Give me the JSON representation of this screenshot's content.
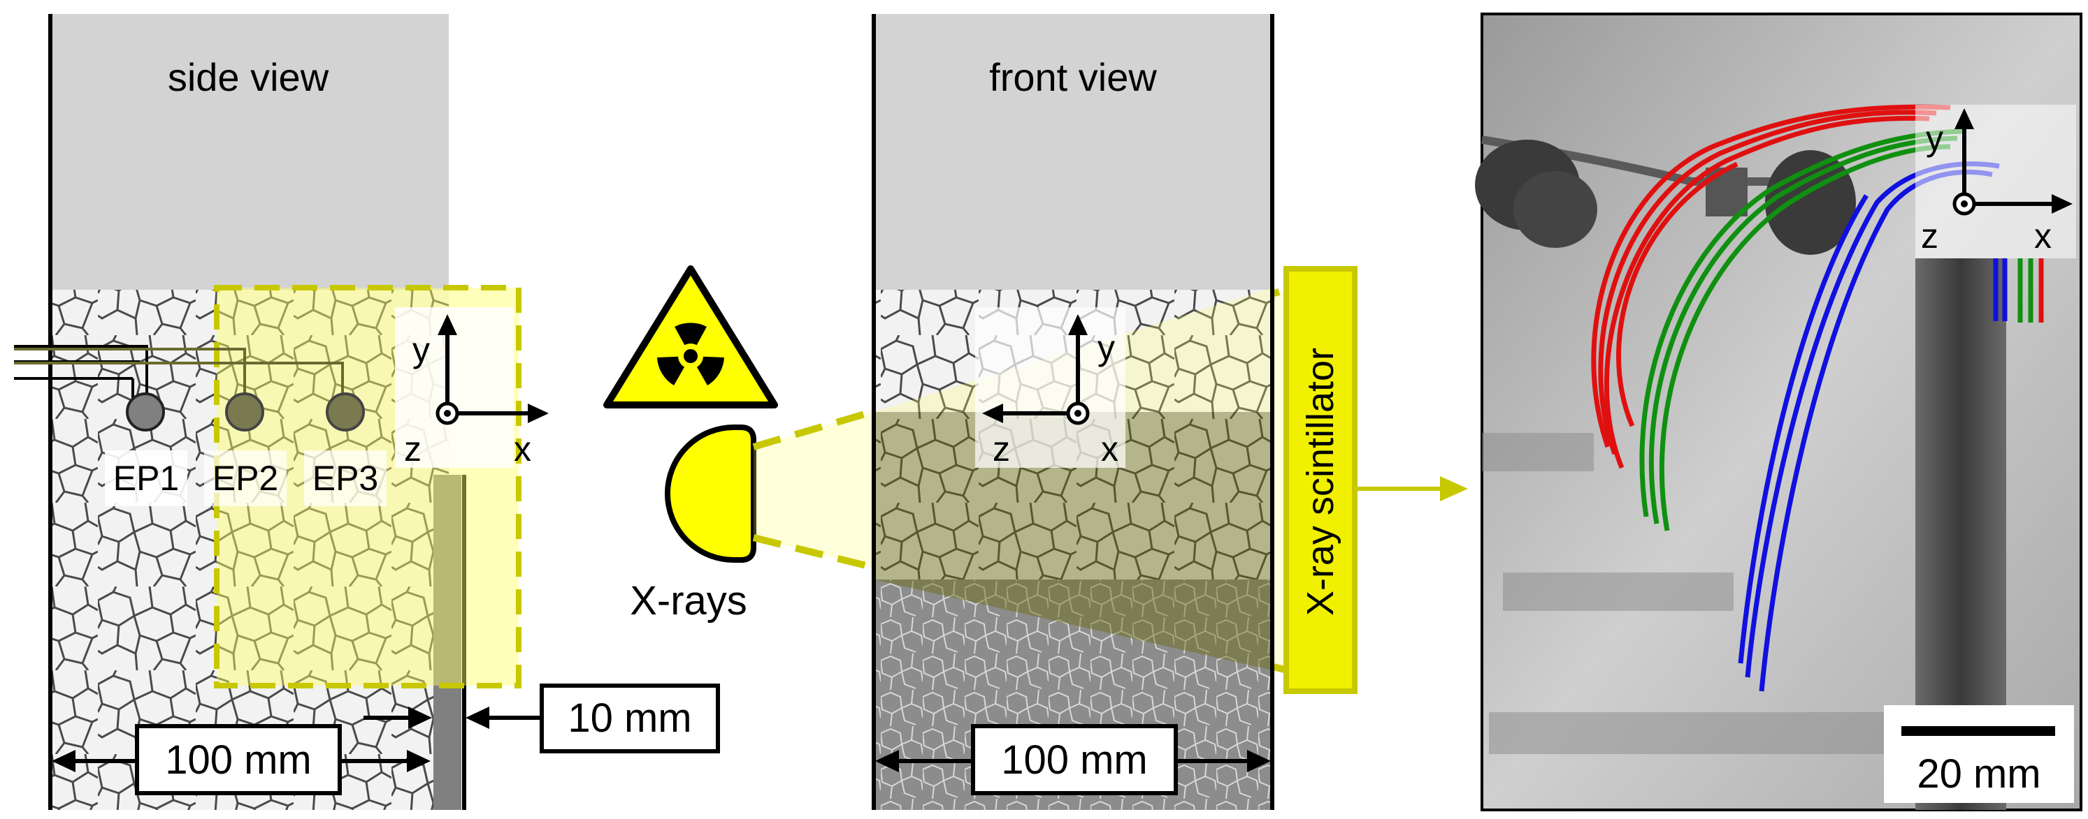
{
  "side_view": {
    "title": "side view",
    "electrodes": [
      "EP1",
      "EP2",
      "EP3"
    ],
    "axes": {
      "y": "y",
      "z": "z",
      "x": "x"
    },
    "width_label": "100 mm",
    "gap_label": "10 mm"
  },
  "source": {
    "label": "X-rays",
    "hazard_icon": "radiation-warning-icon"
  },
  "front_view": {
    "title": "front view",
    "axes": {
      "y": "y",
      "z": "z",
      "x": "x"
    },
    "width_label": "100 mm"
  },
  "scintillator": {
    "label": "X-ray scintillator"
  },
  "xray_image": {
    "axes": {
      "y": "y",
      "z": "z",
      "x": "x"
    },
    "scale_label": "20 mm",
    "trace_colors": {
      "red": "#e01010",
      "green": "#109010",
      "blue": "#1010e0"
    }
  },
  "colors": {
    "fov_fill": "#ffff66",
    "accent": "#c8c800",
    "column_gray": "#d3d3d3"
  }
}
